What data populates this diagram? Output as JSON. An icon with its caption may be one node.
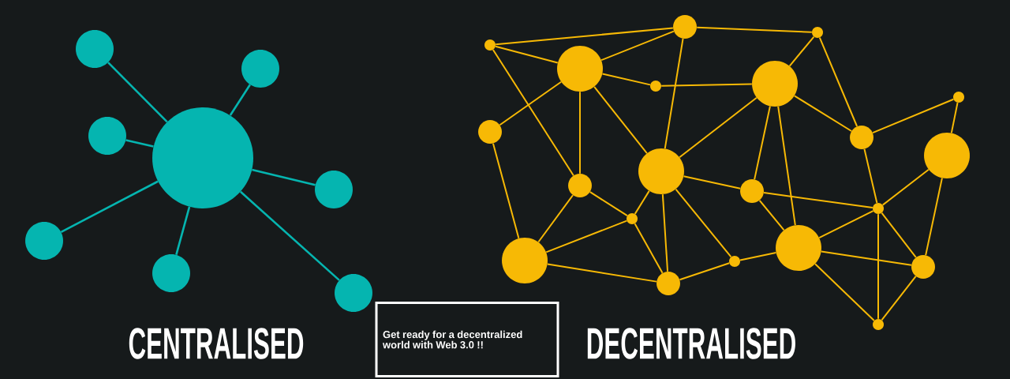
{
  "diagram": {
    "nodes": [
      {
        "text": [],
        "shape": "circle"
      },
      {
        "text": [],
        "shape": "circle"
      },
      {
        "text": [],
        "shape": "circle"
      },
      {
        "text": [],
        "shape": "circle"
      },
      {
        "text": [],
        "shape": "circle"
      },
      {
        "text": [],
        "shape": "circle"
      },
      {
        "text": [],
        "shape": "circle"
      },
      {
        "text": [],
        "shape": "circle"
      },
      {
        "text": [],
        "shape": "circle"
      },
      {
        "text": [],
        "shape": "circle"
      },
      {
        "text": [],
        "shape": "circle"
      },
      {
        "text": [],
        "shape": "circle"
      },
      {
        "text": [],
        "shape": "circle"
      },
      {
        "text": [],
        "shape": "circle"
      },
      {
        "text": [],
        "shape": "circle"
      },
      {
        "text": [],
        "shape": "circle"
      },
      {
        "text": [],
        "shape": "circle"
      },
      {
        "text": [],
        "shape": "circle"
      },
      {
        "text": [],
        "shape": "circle"
      },
      {
        "text": [],
        "shape": "circle"
      },
      {
        "text": [],
        "shape": "circle"
      },
      {
        "text": [],
        "shape": "circle"
      },
      {
        "text": [],
        "shape": "circle"
      },
      {
        "text": [],
        "shape": "circle"
      },
      {
        "text": [],
        "shape": "circle"
      },
      {
        "text": [],
        "shape": "circle"
      },
      {
        "text": [],
        "shape": "circle"
      },
      {
        "text": [],
        "shape": "circle"
      },
      {
        "text": [],
        "shape": "circle"
      },
      {
        "text": [
          "Get ready for a decentralized world with Web 3.0 !!"
        ]
      }
    ],
    "edges": [
      {
        "from": 0,
        "to": 1,
        "arrow": "none",
        "color": "#05b5b0"
      },
      {
        "from": 0,
        "to": 2,
        "arrow": "none",
        "color": "#05b5b0"
      },
      {
        "from": 0,
        "to": 3,
        "arrow": "none",
        "color": "#05b5b0"
      },
      {
        "from": 0,
        "to": 4,
        "arrow": "none",
        "color": "#05b5b0"
      },
      {
        "from": 0,
        "to": 5,
        "arrow": "none",
        "color": "#05b5b0"
      },
      {
        "from": 0,
        "to": 6,
        "arrow": "none",
        "color": "#05b5b0"
      },
      {
        "from": 0,
        "to": 7,
        "arrow": "none",
        "color": "#05b5b0"
      },
      {
        "from": 8,
        "to": 9,
        "arrow": "none"
      },
      {
        "from": 8,
        "to": 11,
        "arrow": "none"
      },
      {
        "from": 8,
        "to": 19,
        "arrow": "none"
      },
      {
        "from": 9,
        "to": 11,
        "arrow": "none"
      },
      {
        "from": 9,
        "to": 10,
        "arrow": "none"
      },
      {
        "from": 9,
        "to": 18,
        "arrow": "none"
      },
      {
        "from": 11,
        "to": 12,
        "arrow": "none"
      },
      {
        "from": 12,
        "to": 13,
        "arrow": "none"
      },
      {
        "from": 11,
        "to": 14,
        "arrow": "none"
      },
      {
        "from": 11,
        "to": 19,
        "arrow": "none"
      },
      {
        "from": 11,
        "to": 18,
        "arrow": "none"
      },
      {
        "from": 18,
        "to": 13,
        "arrow": "none"
      },
      {
        "from": 18,
        "to": 20,
        "arrow": "none"
      },
      {
        "from": 18,
        "to": 22,
        "arrow": "none"
      },
      {
        "from": 18,
        "to": 27,
        "arrow": "none"
      },
      {
        "from": 18,
        "to": 25,
        "arrow": "none"
      },
      {
        "from": 19,
        "to": 22,
        "arrow": "none"
      },
      {
        "from": 19,
        "to": 23,
        "arrow": "none"
      },
      {
        "from": 14,
        "to": 23,
        "arrow": "none"
      },
      {
        "from": 22,
        "to": 23,
        "arrow": "none"
      },
      {
        "from": 22,
        "to": 27,
        "arrow": "none"
      },
      {
        "from": 23,
        "to": 27,
        "arrow": "none"
      },
      {
        "from": 27,
        "to": 25,
        "arrow": "none"
      },
      {
        "from": 25,
        "to": 24,
        "arrow": "none"
      },
      {
        "from": 10,
        "to": 13,
        "arrow": "none"
      },
      {
        "from": 10,
        "to": 16,
        "arrow": "none"
      },
      {
        "from": 13,
        "to": 16,
        "arrow": "none"
      },
      {
        "from": 13,
        "to": 20,
        "arrow": "none"
      },
      {
        "from": 13,
        "to": 24,
        "arrow": "none"
      },
      {
        "from": 16,
        "to": 15,
        "arrow": "none"
      },
      {
        "from": 15,
        "to": 17,
        "arrow": "none"
      },
      {
        "from": 16,
        "to": 21,
        "arrow": "none"
      },
      {
        "from": 20,
        "to": 21,
        "arrow": "none"
      },
      {
        "from": 20,
        "to": 24,
        "arrow": "none"
      },
      {
        "from": 17,
        "to": 21,
        "arrow": "none"
      },
      {
        "from": 17,
        "to": 26,
        "arrow": "none"
      },
      {
        "from": 21,
        "to": 24,
        "arrow": "none"
      },
      {
        "from": 21,
        "to": 28,
        "arrow": "none"
      },
      {
        "from": 21,
        "to": 26,
        "arrow": "none"
      },
      {
        "from": 24,
        "to": 26,
        "arrow": "none"
      },
      {
        "from": 24,
        "to": 28,
        "arrow": "none"
      },
      {
        "from": 26,
        "to": 28,
        "arrow": "none"
      }
    ],
    "labels": [
      "CENTRALISED",
      "DECENTRALISED"
    ]
  }
}
